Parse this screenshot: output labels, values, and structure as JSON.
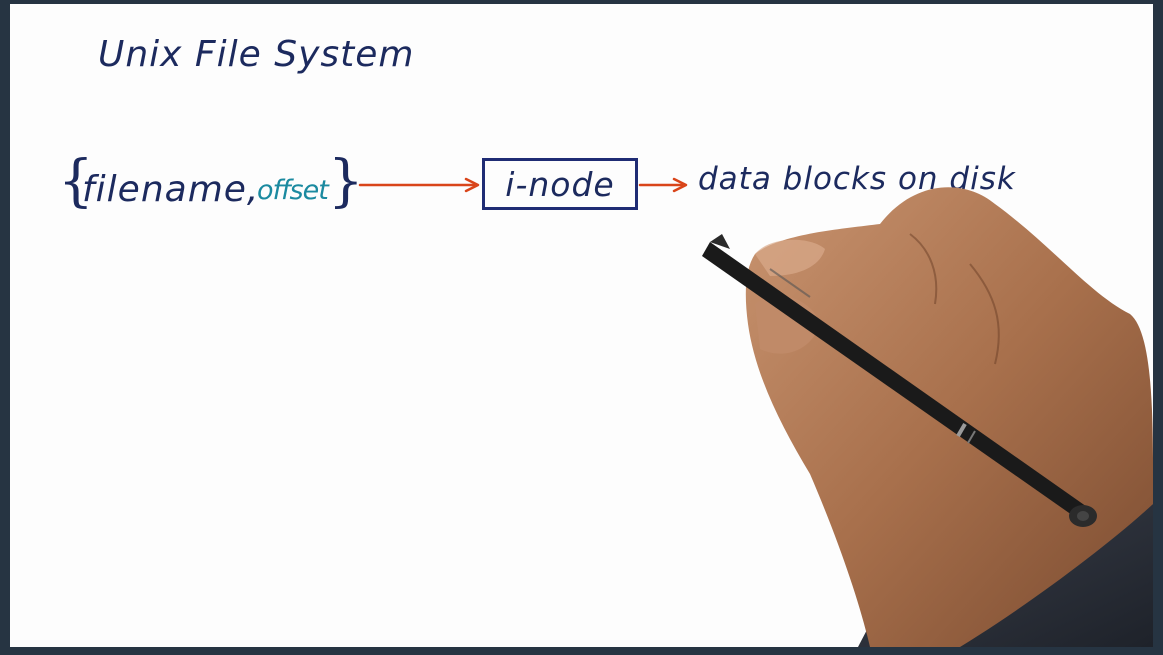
{
  "diagram": {
    "title": "Unix File System",
    "brace_open": "{",
    "brace_close": "}",
    "input_filename": "filename,",
    "input_offset": "offset",
    "node_label": "i-node",
    "output_label": "data blocks on disk"
  },
  "colors": {
    "ink_navy": "#1c2a5e",
    "ink_teal": "#1b8aa0",
    "arrow_red": "#d9451a",
    "box_border": "#1f2c74",
    "background": "#fdfdfd",
    "frame": "#263442"
  }
}
